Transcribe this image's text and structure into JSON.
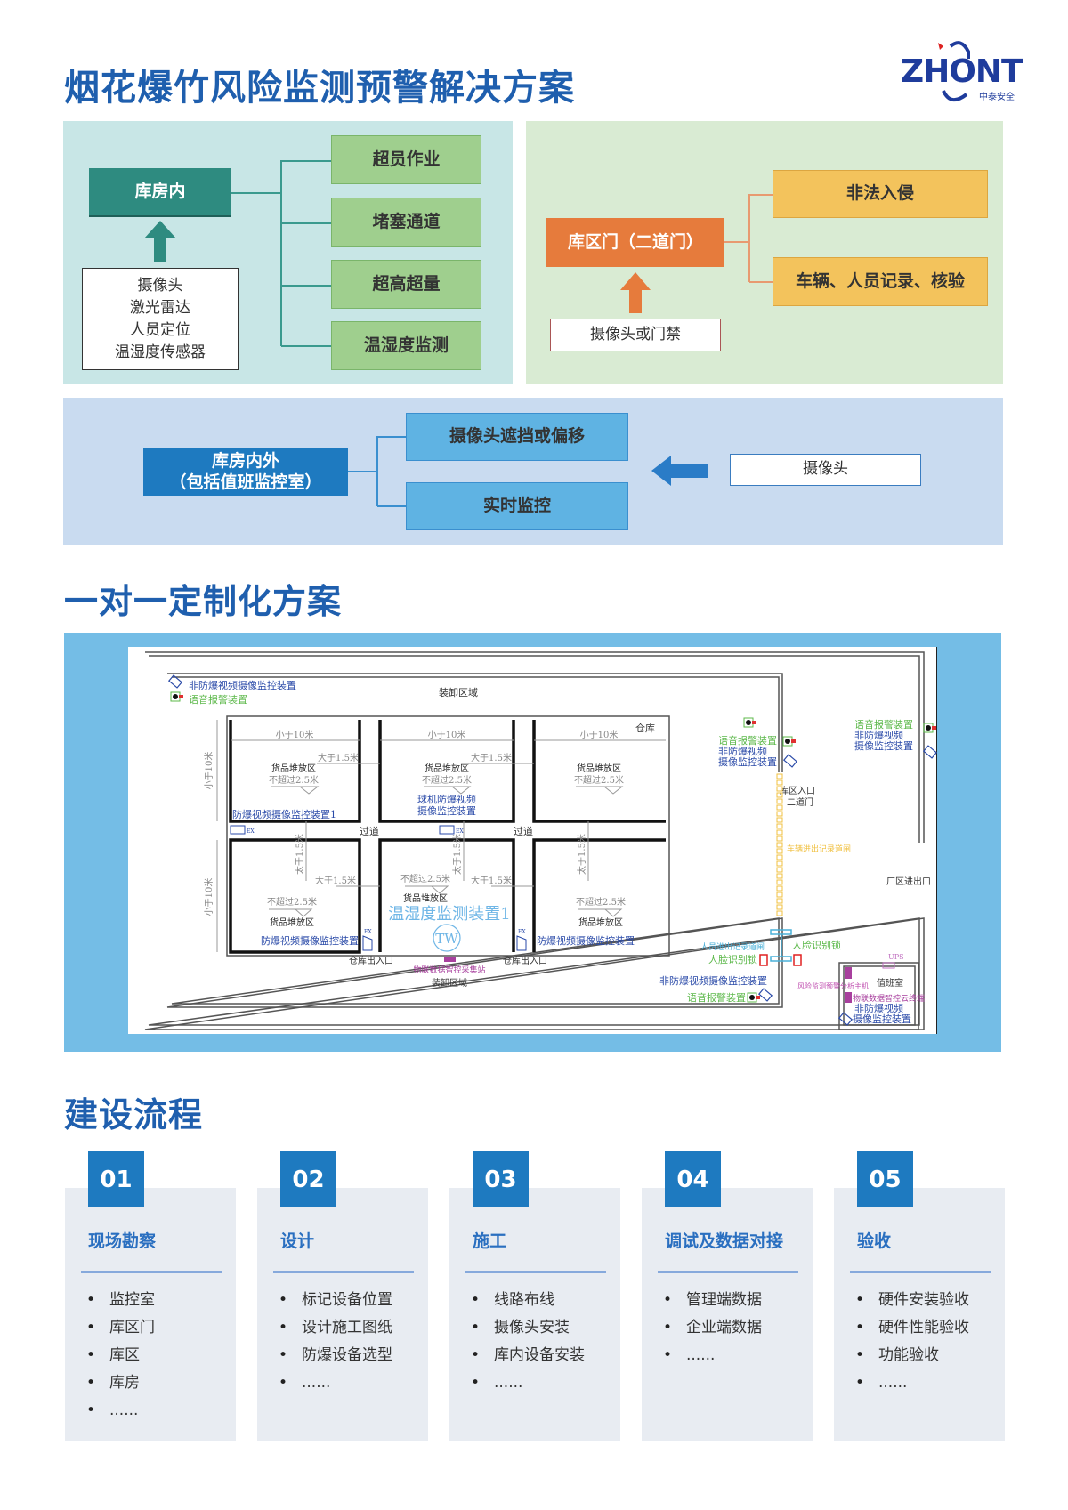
{
  "header": {
    "title": "烟花爆竹风险监测预警解决方案",
    "logo_text": "ZHONT",
    "logo_sub": "中泰安全"
  },
  "panel_a": {
    "source": "库房内",
    "inputs": [
      "摄像头",
      "激光雷达",
      "人员定位",
      "温湿度传感器"
    ],
    "outputs": [
      "超员作业",
      "堵塞通道",
      "超高超量",
      "温湿度监测"
    ]
  },
  "panel_b": {
    "source": "库区门（二道门）",
    "input": "摄像头或门禁",
    "outputs": [
      "非法入侵",
      "车辆、人员记录、核验"
    ]
  },
  "panel_c": {
    "source_line1": "库房内外",
    "source_line2": "（包括值班监控室）",
    "outputs": [
      "摄像头遮挡或偏移",
      "实时监控"
    ],
    "input": "摄像头"
  },
  "section2": {
    "title": "一对一定制化方案"
  },
  "plan": {
    "legend_camera": "非防爆视频摄像监控装置",
    "legend_alarm": "语音报警装置",
    "loading_area": "装卸区域",
    "warehouse": "仓库",
    "lt10": "小于10米",
    "gt15": "大于1.5米",
    "gt15_v": "太于1.5米",
    "storage": "货品堆放区",
    "max_height": "不超过2.5米",
    "corridor": "过道",
    "ex_camera_1": "防爆视频摄像监控装置1",
    "ex_camera": "防爆视频摄像监控装置",
    "dome_1": "球机防爆视频",
    "dome_2": "摄像监控装置",
    "th_device": "温湿度监测装置1",
    "tw": "TW",
    "ex": "EX",
    "wh_door": "仓库出入口",
    "iot_station": "物联数据智控采集站",
    "alarm": "语音报警装置",
    "nonex_1": "非防爆视频",
    "nonex_2": "摄像监控装置",
    "gate_1": "库区入口",
    "gate_2": "二道门",
    "vehicle_gate": "车辆进出记录道闸",
    "factory_gate": "厂区进出口",
    "person_gate": "人员进出记录道闸",
    "face_lock": "人脸识别锁",
    "nonex_full": "非防爆视频摄像监控装置",
    "ups": "UPS",
    "duty_room": "值班室",
    "risk_host": "风险监测预警分析主机",
    "iot_cloud": "物联数据智控云终端"
  },
  "section3": {
    "title": "建设流程"
  },
  "steps": [
    {
      "num": "01",
      "title": "现场勘察",
      "items": [
        "监控室",
        "库区门",
        "库区",
        "库房",
        "......"
      ]
    },
    {
      "num": "02",
      "title": "设计",
      "items": [
        "标记设备位置",
        "设计施工图纸",
        "防爆设备选型",
        "......"
      ]
    },
    {
      "num": "03",
      "title": "施工",
      "items": [
        "线路布线",
        "摄像头安装",
        "库内设备安装",
        "......"
      ]
    },
    {
      "num": "04",
      "title": "调试及数据对接",
      "items": [
        "管理端数据",
        "企业端数据",
        "......"
      ]
    },
    {
      "num": "05",
      "title": "验收",
      "items": [
        "硬件安装验收",
        "硬件性能验收",
        "功能验收",
        "......"
      ]
    }
  ],
  "colors": {
    "brand_blue": "#1f5fae",
    "teal": "#2e8b80",
    "green_box": "#9fcf8e",
    "orange": "#e67b3c",
    "yellow": "#f3c35c",
    "blue_box": "#5fb3e3",
    "step_blue": "#1e7ac0"
  }
}
